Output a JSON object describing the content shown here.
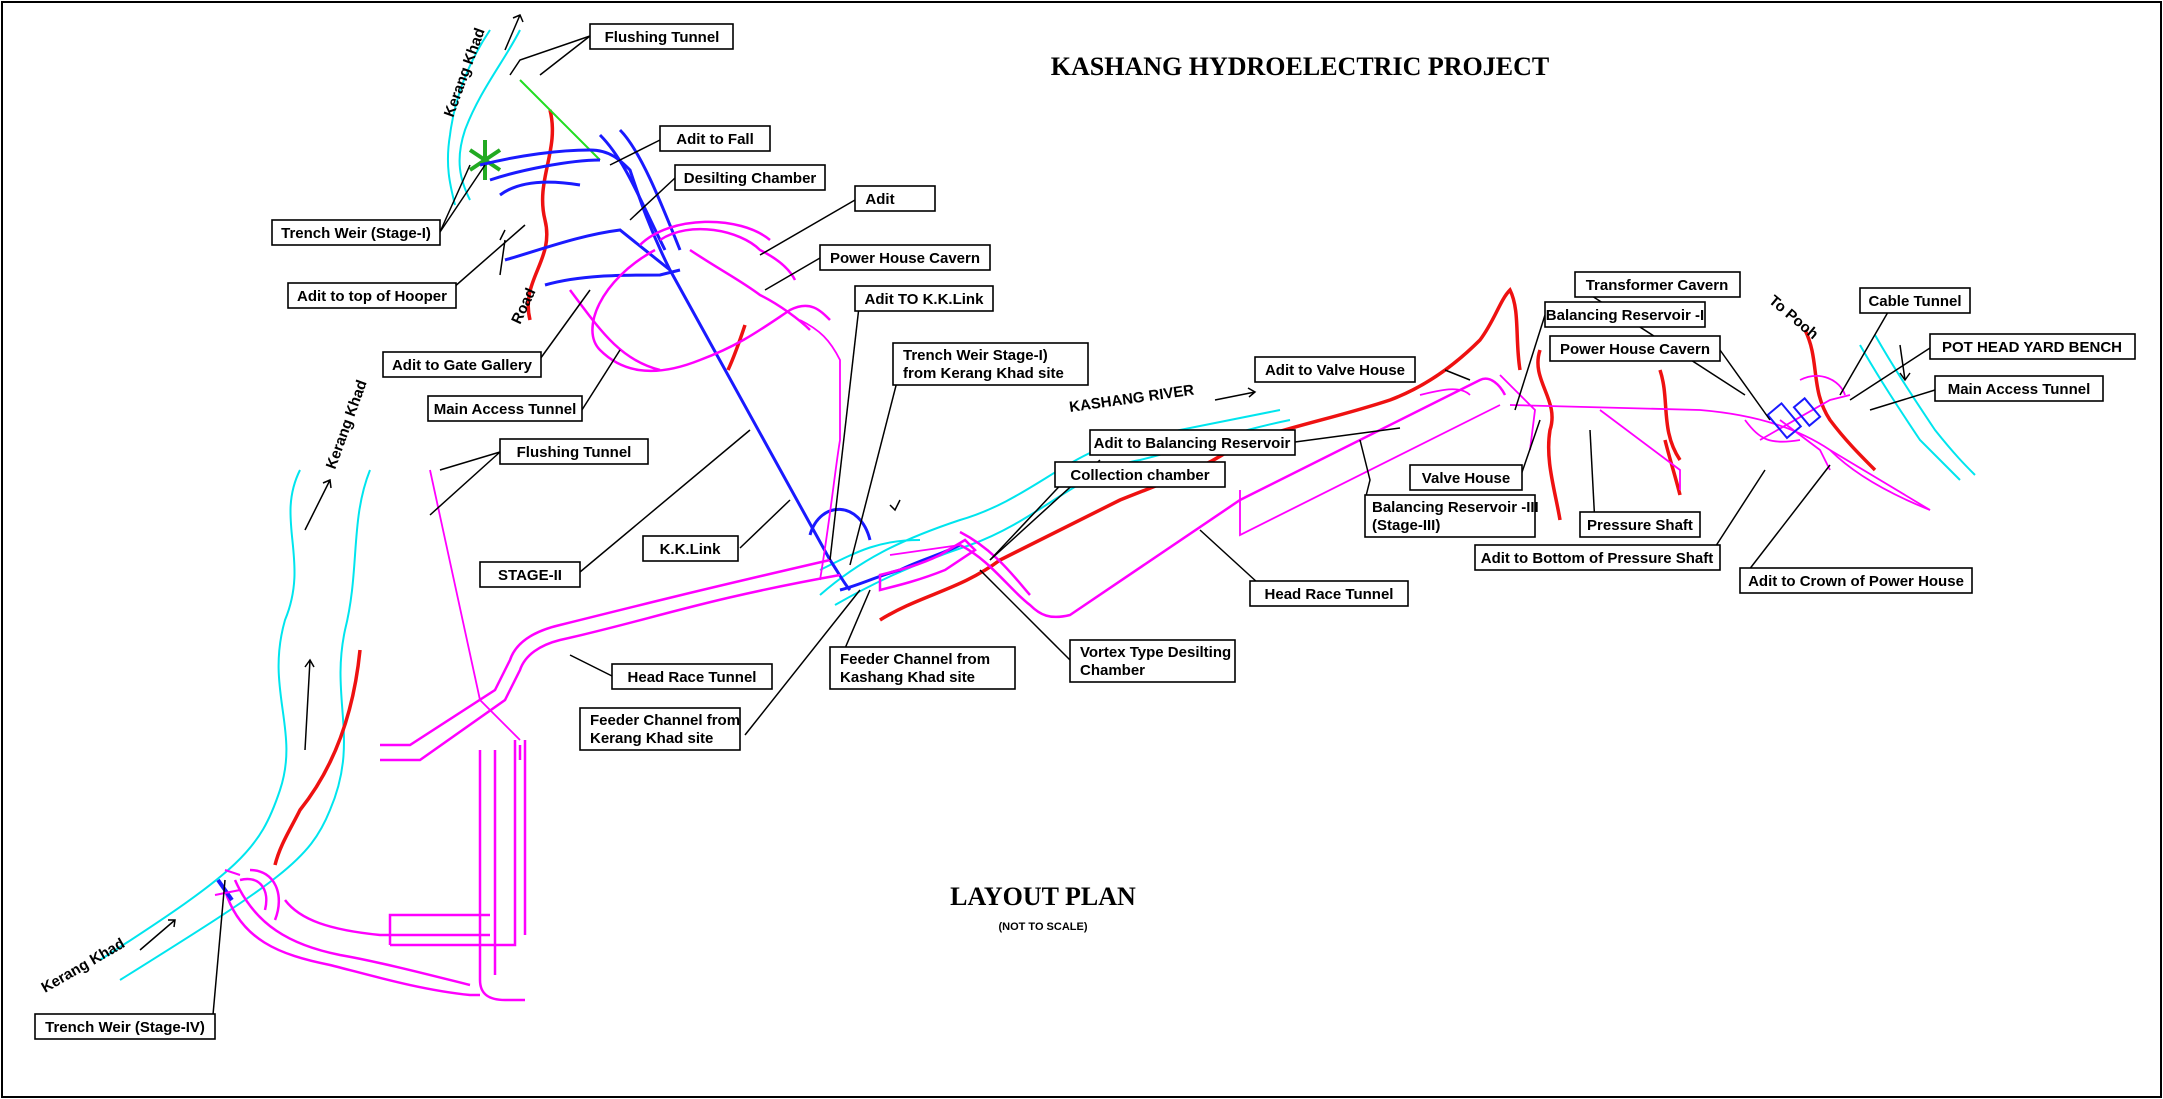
{
  "title": "KASHANG HYDROELECTRIC PROJECT",
  "plan": {
    "name": "LAYOUT PLAN",
    "note": "(NOT TO SCALE)"
  },
  "labels": {
    "flushing_tunnel_1": "Flushing Tunnel",
    "adit_to_fall": "Adit to Fall",
    "desilting_chamber": "Desilting Chamber",
    "adit_1": "Adit",
    "power_house_cavern_1": "Power House Cavern",
    "trench_weir_stage1": "Trench Weir  (Stage-I)",
    "adit_top_hooper": "Adit to top of Hooper",
    "adit_kk_link": "Adit TO K.K.Link",
    "trench_weir_kerang_1": "Trench Weir Stage-I)",
    "trench_weir_kerang_2": "from Kerang Khad site",
    "adit_gate_gallery": "Adit to Gate Gallery",
    "main_access_tunnel_1": "Main Access Tunnel",
    "flushing_tunnel_2": "Flushing Tunnel",
    "stage2": "STAGE-II",
    "kk_link": "K.K.Link",
    "head_race_tunnel_1": "Head Race Tunnel",
    "feeder_kerang_1": "Feeder Channel from",
    "feeder_kerang_2": "Kerang Khad site",
    "feeder_kashang_1": "Feeder Channel from",
    "feeder_kashang_2": "Kashang Khad site",
    "collection_chamber": "Collection chamber",
    "vortex_1": "Vortex Type Desilting",
    "vortex_2": "Chamber",
    "adit_balancing": "Adit to Balancing Reservoir",
    "adit_valve_house": "Adit to Valve House",
    "balancing_reservoir_1": "Balancing Reservoir -I",
    "transformer_cavern": "Transformer Cavern",
    "cable_tunnel": "Cable Tunnel",
    "power_house_cavern_2": "Power House Cavern",
    "pot_head": "POT HEAD YARD BENCH",
    "main_access_tunnel_2": "Main Access Tunnel",
    "valve_house": "Valve House",
    "balancing_reservoir_3a": "Balancing Reservoir -III",
    "balancing_reservoir_3b": "(Stage-III)",
    "pressure_shaft": "Pressure Shaft",
    "adit_bottom_pressure": "Adit to Bottom of Pressure Shaft",
    "adit_crown_ph": "Adit to Crown of Power House",
    "head_race_tunnel_2": "Head Race Tunnel",
    "trench_weir_stage4": "Trench Weir  (Stage-IV)"
  },
  "map_text": {
    "kerang_khad_1": "Kerang Khad",
    "kerang_khad_2": "Kerang Khad",
    "kerang_khad_3": "Kerang Khad",
    "kashang_river": "KASHANG RIVER",
    "road": "Road",
    "to_pooh": "To Pooh"
  },
  "colors": {
    "tunnel": "#ff00ff",
    "link": "#1a1aff",
    "river": "#00e5ee",
    "road": "#ee1111",
    "flushing": "#22dd22"
  }
}
